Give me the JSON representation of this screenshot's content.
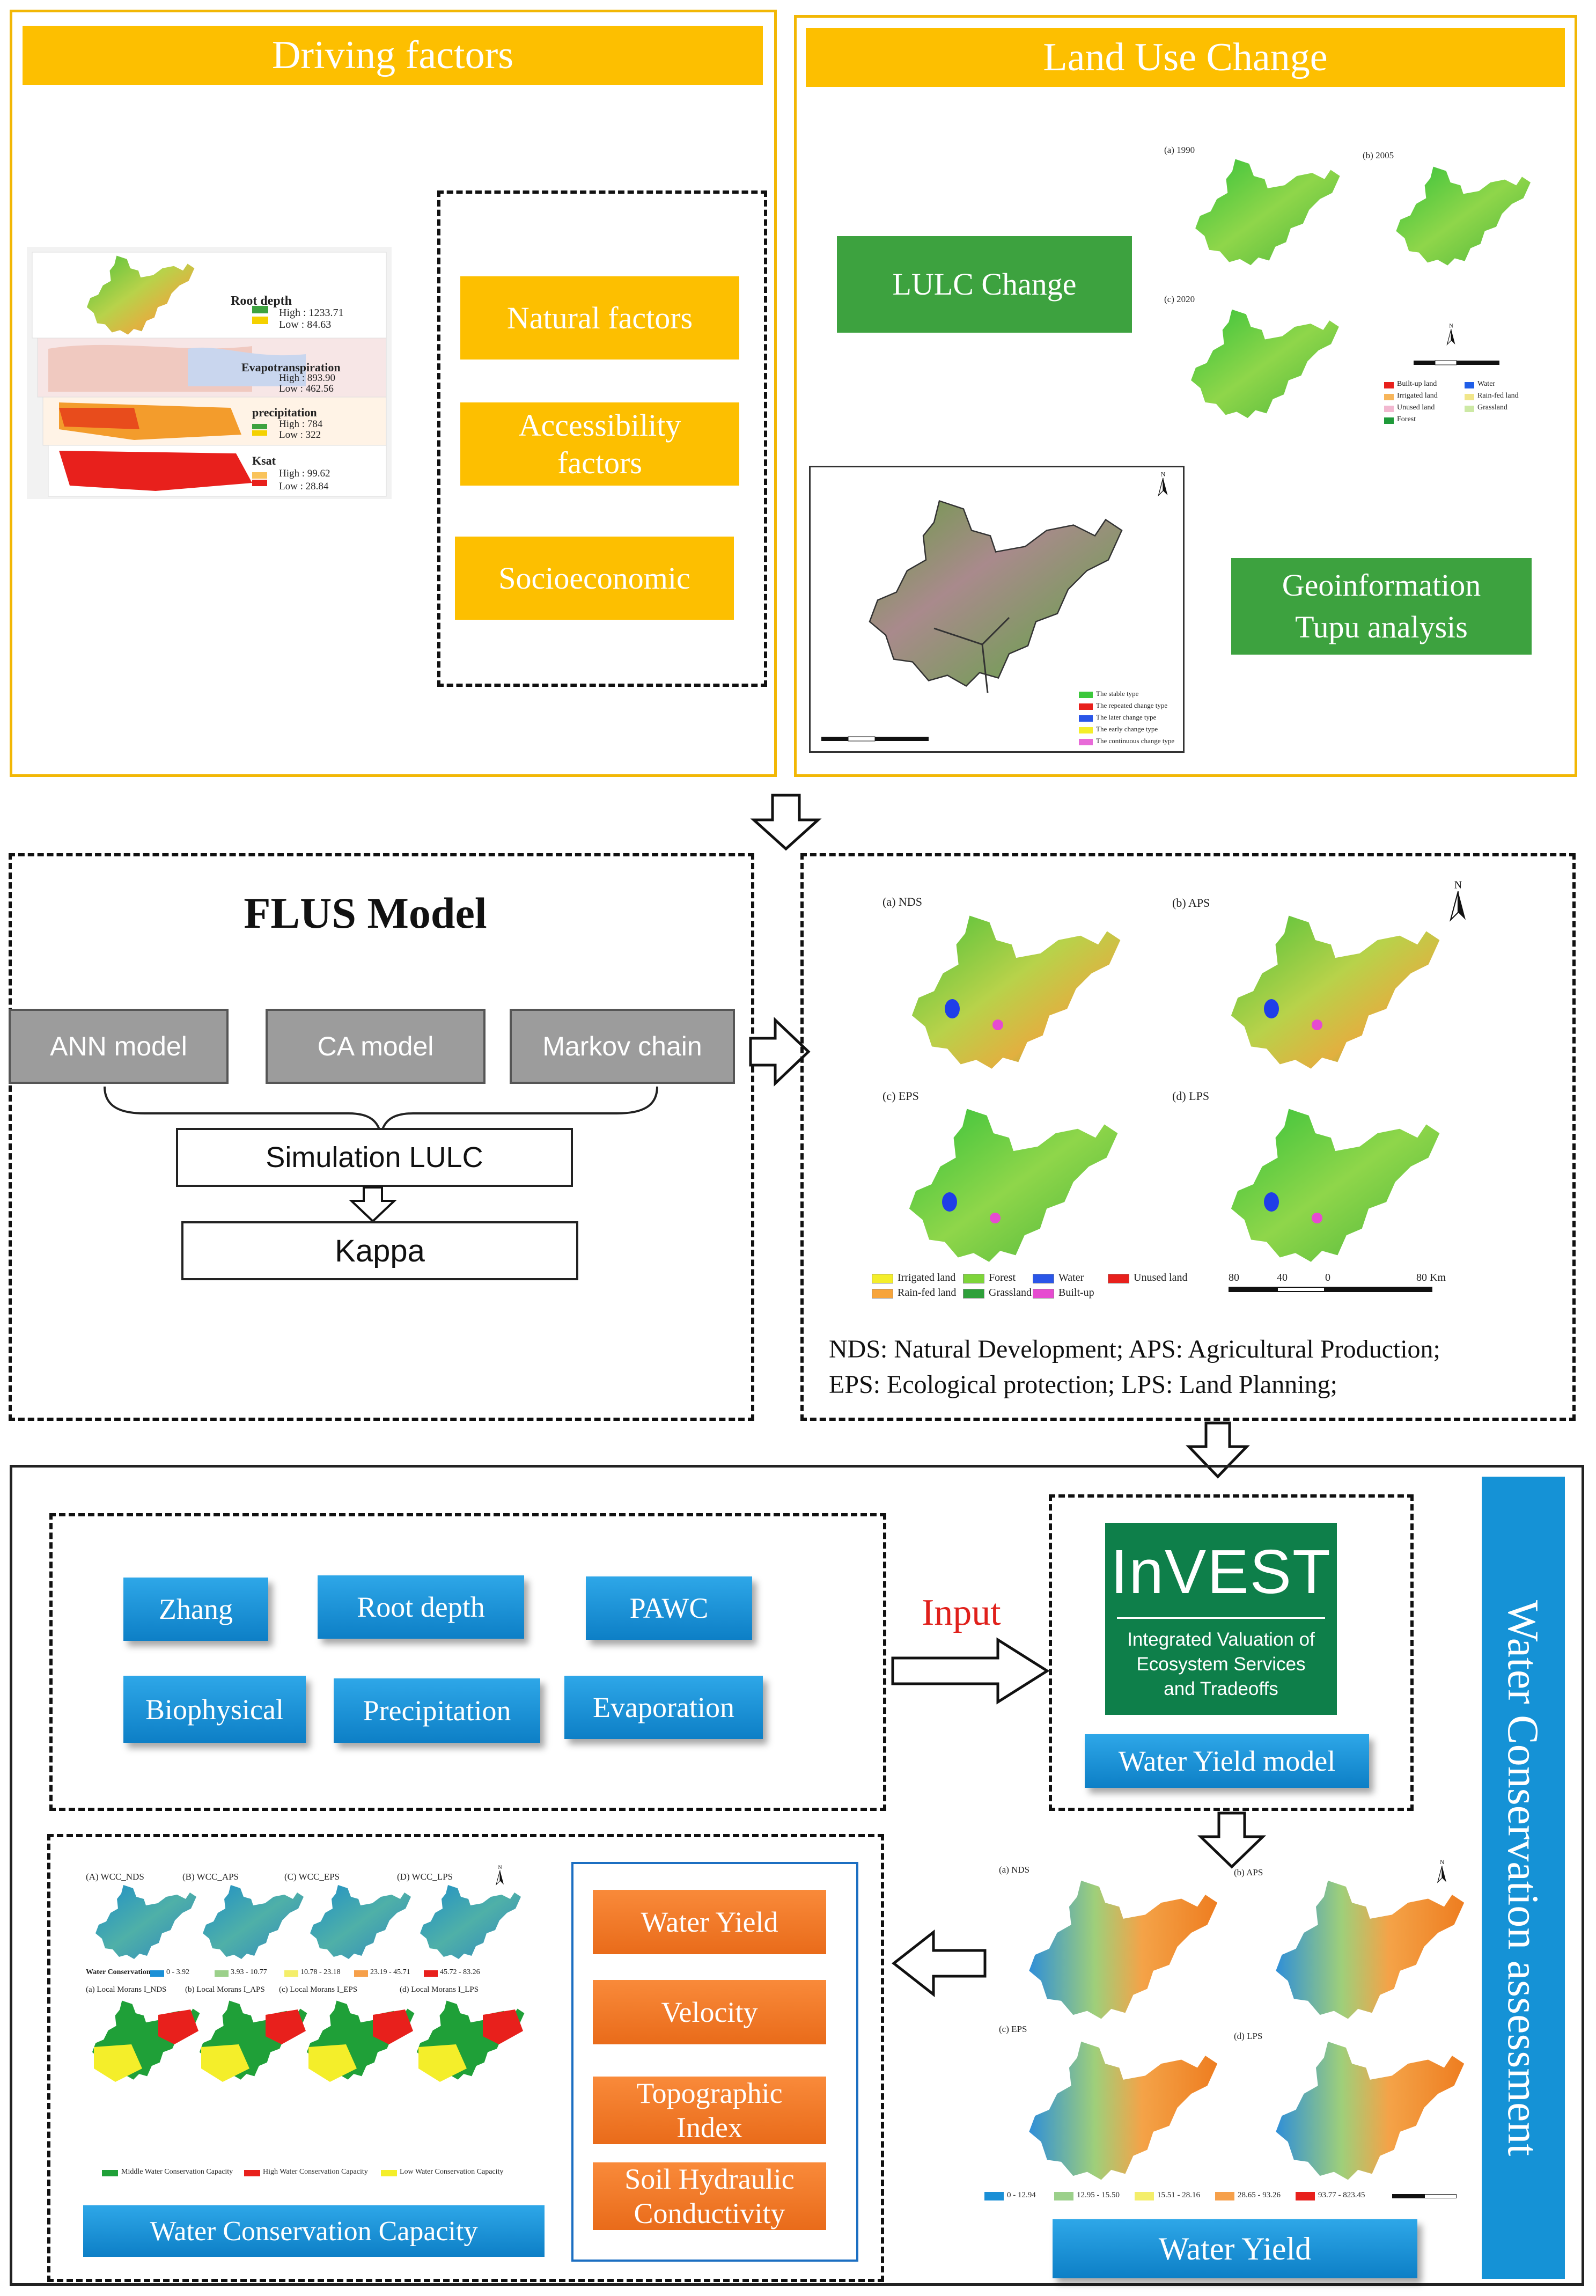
{
  "colors": {
    "yellow": "#fdbf00",
    "green": "#3da23f",
    "blue": "#1592d6",
    "orange": "#f07a28",
    "gray": "#9c9c9c",
    "invest_green": "#0e7f4a",
    "input_red": "#e0201b"
  },
  "driving": {
    "title": "Driving factors",
    "factors": [
      "Natural factors",
      "Accessibility factors",
      "Socioeconomic"
    ],
    "legend1_title": "Root depth",
    "legend1_high": "High : 1233.71",
    "legend1_low": "Low : 84.63",
    "legend2_title": "Evapotranspiration",
    "legend2_high": "High : 893.90",
    "legend2_low": "Low : 462.56",
    "legend3_title": "precipitation",
    "legend3_high": "High : 784",
    "legend3_low": "Low : 322",
    "legend4_title": "Ksat",
    "legend4_high": "High : 99.62",
    "legend4_low": "Low : 28.84"
  },
  "landuse": {
    "title": "Land Use Change",
    "lulc_label": "LULC Change",
    "tupu_label": "Geoinformation Tupu analysis",
    "map_years": [
      "(a) 1990",
      "(b) 2005",
      "(c) 2020"
    ],
    "map_legend": [
      "Built-up land",
      "Water",
      "Irrigated land",
      "Rain-fed land",
      "Unused land",
      "Grassland",
      "Forest"
    ],
    "tupu_legend": [
      "The stable type",
      "The repeated change type",
      "The later change type",
      "The early change type",
      "The continuous change type"
    ]
  },
  "flus": {
    "title": "FLUS Model",
    "models": [
      "ANN model",
      "CA model",
      "Markov chain"
    ],
    "simulation": "Simulation LULC",
    "kappa": "Kappa"
  },
  "scenarios": {
    "maps": [
      "(a) NDS",
      "(b) APS",
      "(c) EPS",
      "(d) LPS"
    ],
    "legend": [
      "Irrigated land",
      "Forest",
      "Water",
      "Unused land",
      "Rain-fed land",
      "Grassland",
      "Built-up"
    ],
    "scale": [
      "80",
      "40",
      "0",
      "80 Km"
    ],
    "caption_line1": "NDS: Natural Development; APS: Agricultural Production;",
    "caption_line2": "EPS: Ecological protection; LPS: Land Planning;"
  },
  "water": {
    "section_title": "Water Conservation assessment",
    "inputs": [
      "Zhang",
      "Root depth",
      "PAWC",
      "Biophysical",
      "Precipitation",
      "Evaporation"
    ],
    "input_label": "Input",
    "invest_title": "InVEST",
    "invest_subtitle": "Integrated Valuation of Ecosystem Services and Tradeoffs",
    "water_yield_model": "Water Yield model",
    "yield_maps": [
      "(a) NDS",
      "(b) APS",
      "(c) EPS",
      "(d) LPS"
    ],
    "yield_legend": [
      "0 - 12.94",
      "12.95 - 15.50",
      "15.51 - 28.16",
      "28.65 - 93.26",
      "93.77 - 823.45"
    ],
    "water_yield_label": "Water Yield",
    "capacity_factors": [
      "Water Yield",
      "Velocity",
      "Topographic Index",
      "Soil Hydraulic Conductivity"
    ],
    "wcc_maps": [
      "(A) WCC_NDS",
      "(B) WCC_APS",
      "(C) WCC_EPS",
      "(D) WCC_LPS"
    ],
    "wcc_legend_title": "Water Conservation",
    "wcc_legend": [
      "0 - 3.92",
      "3.93 - 10.77",
      "10.78 - 23.18",
      "23.19 - 45.71",
      "45.72 - 83.26"
    ],
    "moran_maps": [
      "(a) Local Morans I_NDS",
      "(b) Local Morans I_APS",
      "(c) Local Morans I_EPS",
      "(d) Local Morans I_LPS"
    ],
    "moran_legend": [
      "Middle Water Conservation Capacity",
      "High Water Conservation Capacity",
      "Low Water Conservation Capacity"
    ],
    "capacity_label": "Water Conservation Capacity"
  }
}
